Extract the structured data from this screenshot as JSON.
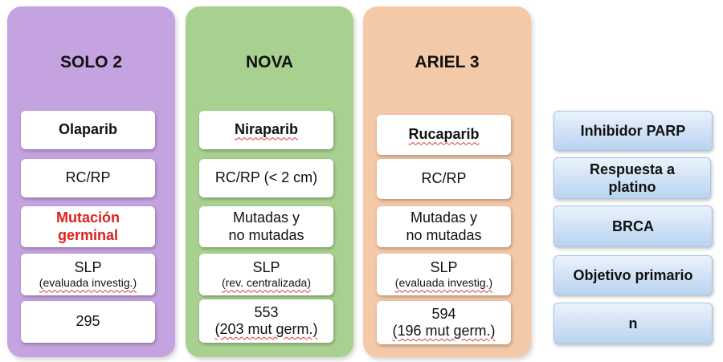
{
  "colors": {
    "solo": "#c5a3e0",
    "nova": "#a8d18f",
    "ariel": "#f4c9a8",
    "legend_gradient_top": "#eaf3fc",
    "legend_gradient_bottom": "#b9d3ef",
    "highlight_red": "#e0201a"
  },
  "trials": [
    {
      "title": "SOLO 2",
      "drug": "Olaparib",
      "response": "RC/RP",
      "brca": [
        "Mutación",
        "germinal"
      ],
      "objective": [
        "SLP",
        "(evaluada investig.)"
      ],
      "n": [
        "295"
      ]
    },
    {
      "title": "NOVA",
      "drug": "Niraparib",
      "response": "RC/RP (< 2 cm)",
      "brca": [
        "Mutadas y",
        "no mutadas"
      ],
      "objective": [
        "SLP",
        "(rev. centralizada)"
      ],
      "n": [
        "553",
        "(203 mut germ.)"
      ]
    },
    {
      "title": "ARIEL 3",
      "drug": "Rucaparib",
      "response": "RC/RP",
      "brca": [
        "Mutadas y",
        "no mutadas"
      ],
      "objective": [
        "SLP",
        "(evaluada investig.)"
      ],
      "n": [
        "594",
        "(196 mut germ.)"
      ]
    }
  ],
  "legend": [
    "Inhibidor PARP",
    "Respuesta a platino",
    "BRCA",
    "Objetivo primario",
    "n"
  ]
}
